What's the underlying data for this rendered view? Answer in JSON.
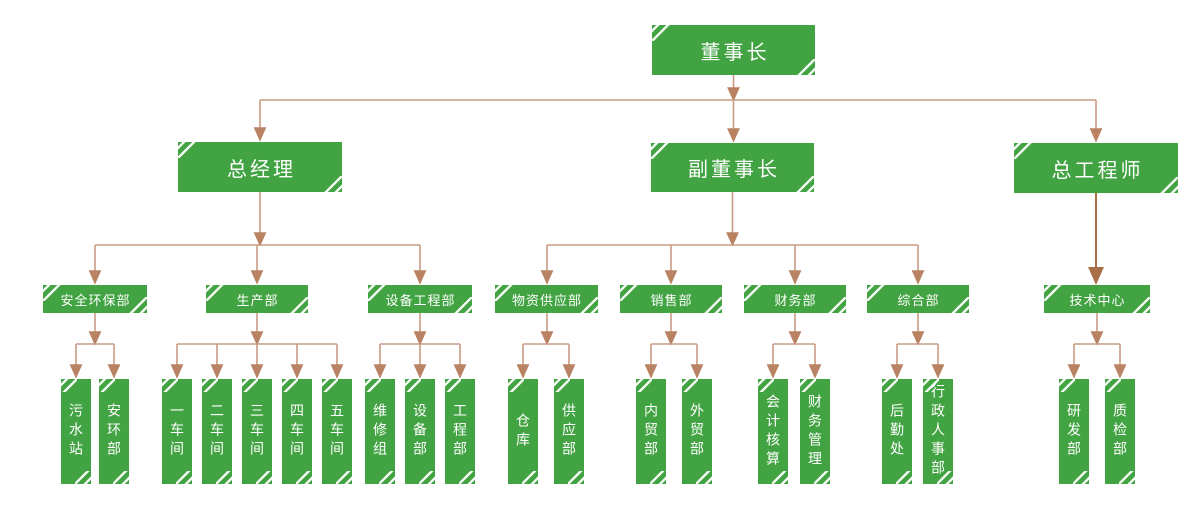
{
  "diagram_type": "org-chart",
  "colors": {
    "node_fill": "#42a342",
    "node_text": "#ffffff",
    "corner_stripe": "#ffffff",
    "connector": "#c89b84",
    "connector_dark": "#a96f48",
    "arrowhead": "#b98263",
    "background": "#ffffff"
  },
  "nodes": {
    "chairman": {
      "label": "董事长"
    },
    "general_manager": {
      "label": "总经理"
    },
    "vice_chairman": {
      "label": "副董事长"
    },
    "chief_engineer": {
      "label": "总工程师"
    },
    "safety_env_dept": {
      "label": "安全环保部"
    },
    "production_dept": {
      "label": "生产部"
    },
    "equipment_eng_dept": {
      "label": "设备工程部"
    },
    "material_supply_dept": {
      "label": "物资供应部"
    },
    "sales_dept": {
      "label": "销售部"
    },
    "finance_dept": {
      "label": "财务部"
    },
    "general_affairs_dept": {
      "label": "综合部"
    },
    "tech_center": {
      "label": "技术中心"
    },
    "sewage_station": {
      "label": "污水站"
    },
    "safety_env_unit": {
      "label": "安环部"
    },
    "workshop_1": {
      "label": "一车间"
    },
    "workshop_2": {
      "label": "二车间"
    },
    "workshop_3": {
      "label": "三车间"
    },
    "workshop_4": {
      "label": "四车间"
    },
    "workshop_5": {
      "label": "五车间"
    },
    "maintenance_group": {
      "label": "维修组"
    },
    "equipment_dept": {
      "label": "设备部"
    },
    "engineering_dept": {
      "label": "工程部"
    },
    "warehouse": {
      "label": "仓库"
    },
    "supply_dept": {
      "label": "供应部"
    },
    "domestic_trade_dept": {
      "label": "内贸部"
    },
    "foreign_trade_dept": {
      "label": "外贸部"
    },
    "accounting_unit": {
      "label": "会计核算"
    },
    "financial_mgmt_unit": {
      "label": "财务管理"
    },
    "logistics_office": {
      "label": "后勤处"
    },
    "admin_hr_dept": {
      "label": "行政人事部"
    },
    "rnd_dept": {
      "label": "研发部"
    },
    "quality_inspection_dept": {
      "label": "质检部"
    }
  },
  "hierarchy": {
    "董事长": {
      "总经理": {
        "安全环保部": [
          "污水站",
          "安环部"
        ],
        "生产部": [
          "一车间",
          "二车间",
          "三车间",
          "四车间",
          "五车间"
        ],
        "设备工程部": [
          "维修组",
          "设备部",
          "工程部"
        ]
      },
      "副董事长": {
        "物资供应部": [
          "仓库",
          "供应部"
        ],
        "销售部": [
          "内贸部",
          "外贸部"
        ],
        "财务部": [
          "会计核算",
          "财务管理"
        ],
        "综合部": [
          "后勤处",
          "行政人事部"
        ]
      },
      "总工程师": {
        "技术中心": [
          "研发部",
          "质检部"
        ]
      }
    }
  }
}
